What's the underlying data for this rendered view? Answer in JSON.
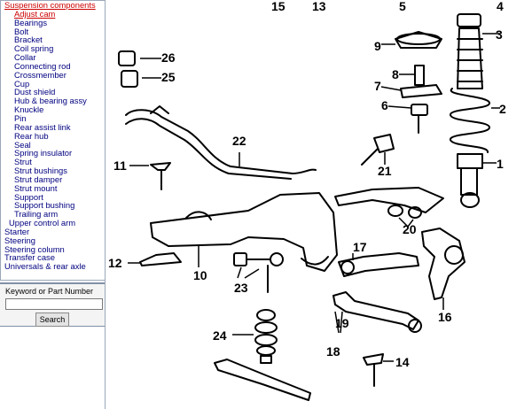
{
  "sidebar": {
    "category": "Suspension components",
    "items": [
      {
        "label": "Adjust cam",
        "active": true
      },
      {
        "label": "Bearings"
      },
      {
        "label": "Bolt"
      },
      {
        "label": "Bracket"
      },
      {
        "label": "Coil spring"
      },
      {
        "label": "Collar"
      },
      {
        "label": "Connecting rod"
      },
      {
        "label": "Crossmember"
      },
      {
        "label": "Cup"
      },
      {
        "label": "Dust shield"
      },
      {
        "label": "Hub & bearing assy"
      },
      {
        "label": "Knuckle"
      },
      {
        "label": "Pin"
      },
      {
        "label": "Rear assist link"
      },
      {
        "label": "Rear hub"
      },
      {
        "label": "Seal"
      },
      {
        "label": "Spring insulator"
      },
      {
        "label": "Strut"
      },
      {
        "label": "Strut bushings"
      },
      {
        "label": "Strut damper"
      },
      {
        "label": "Strut mount"
      },
      {
        "label": "Support"
      },
      {
        "label": "Support bushing"
      },
      {
        "label": "Trailing arm"
      }
    ],
    "subcategory": "Upper control arm",
    "more": [
      "Starter",
      "Steering",
      "Steering column",
      "Transfer case",
      "Universals & rear axle"
    ]
  },
  "search": {
    "label": "Keyword or Part Number",
    "value": "",
    "placeholder": "",
    "button_label": "Search"
  },
  "diagram": {
    "callouts": [
      "1",
      "2",
      "3",
      "4",
      "5",
      "6",
      "7",
      "8",
      "9",
      "10",
      "11",
      "12",
      "13",
      "14",
      "15",
      "16",
      "17",
      "18",
      "19",
      "20",
      "21",
      "22",
      "23",
      "24",
      "25",
      "26"
    ]
  }
}
